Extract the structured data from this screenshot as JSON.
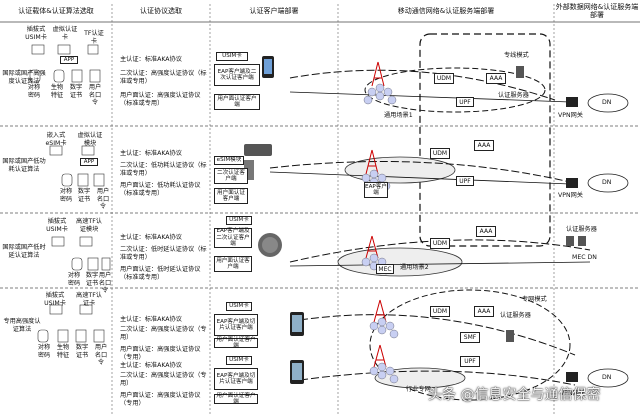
{
  "headers": {
    "col1": "认证载体&认证算法选取",
    "col2": "认证协议选取",
    "col3": "认证客户端部署",
    "col4": "移动通信网络&认证服务端部署",
    "col5": "外部数据网络&认证服务端部署"
  },
  "row1": {
    "category": "国际或国产高强度认证算法",
    "carriers": {
      "c1": "插拔式USIM卡",
      "c2": "虚拟认证卡",
      "c3": "TF认证卡"
    },
    "app": "APP",
    "factors": {
      "f1": "对称密码",
      "f2": "生物特征",
      "f3": "数字证书",
      "f4": "用户名口令"
    },
    "protocols": {
      "p1": "主认证：标准AKA协议",
      "p2": "二次认证：高强度认证协议（标准或专用）",
      "p3": "用户面认证：高强度认证协议（标准或专用）"
    },
    "client_boxes": {
      "usim": "USIM卡",
      "eap": "EAP客户端及二次认证客户端",
      "up": "用户面认证客户端"
    },
    "net": {
      "udm": "UDM",
      "aaa": "AAA",
      "upf": "UPF",
      "private_line": "专线模式",
      "auth_server": "认证服务器",
      "scenario": "通用场景1"
    },
    "vpn": "VPN网关",
    "dn": "DN"
  },
  "row2": {
    "category": "国际或国产低功耗认证算法",
    "carriers": {
      "c1": "嵌入式eSIM卡",
      "c2": "虚拟认证模块"
    },
    "app": "APP",
    "factors": {
      "f1": "对称密码",
      "f2": "数字证书",
      "f3": "用户名口令"
    },
    "protocols": {
      "p1": "主认证：标准AKA协议",
      "p2": "二次认证：低功耗认证协议（标准或专用）",
      "p3": "用户面认证：低功耗认证协议（标准或专用）"
    },
    "client_boxes": {
      "esim": "eSIM模块",
      "second": "二次认证客户端",
      "up": "用户面认证客户端"
    },
    "net": {
      "udm": "UDM",
      "aaa": "AAA",
      "eap": "EAP客户端",
      "upf": "UPF"
    },
    "vpn": "VPN网关",
    "dn": "DN"
  },
  "row3": {
    "category": "国际或国产低时延认证算法",
    "carriers": {
      "c1": "插拔式USIM卡",
      "c2": "高速TF认证模块"
    },
    "factors": {
      "f1": "对称密码",
      "f2": "数字证书",
      "f3": "用户名口令"
    },
    "protocols": {
      "p1": "主认证：标准AKA协议",
      "p2": "二次认证：低时延认证协议（标准或专用）",
      "p3": "用户面认证：低时延认证协议（标准或专用）"
    },
    "client_boxes": {
      "usim": "USIM卡",
      "eap": "EAP客户端及二次认证客户端",
      "up": "用户面认证客户端"
    },
    "net": {
      "udm": "UDM",
      "aaa": "AAA",
      "mec": "MEC",
      "auth_server": "认证服务器",
      "mec_dn": "MEC DN",
      "scenario": "通用场景2"
    }
  },
  "row4": {
    "category": "专用高强度认证算法",
    "carriers": {
      "c1": "插拔式USIM卡",
      "c2": "高速TF认证卡"
    },
    "factors": {
      "f1": "对称密码",
      "f2": "生物特征",
      "f3": "数字证书",
      "f4": "用户名口令"
    },
    "protocols_a": {
      "p1": "主认证：标准AKA协议",
      "p2": "二次认证：高强度认证协议（专用）",
      "p3": "用户面认证：高强度认证协议（专用）"
    },
    "protocols_b": {
      "p1": "主认证：标准AKA协议",
      "p2": "二次认证：高强度认证协议（专用）",
      "p3": "用户面认证：高强度认证协议（专用）"
    },
    "client_boxes_a": {
      "usim": "USIM卡",
      "eap": "EAP客户端及切片认证客户端",
      "up": "用户面认证客户端"
    },
    "client_boxes_b": {
      "usim": "USIM卡",
      "eap": "EAP客户端及切片认证客户端",
      "up": "用户面认证客户端"
    },
    "net": {
      "udm": "UDM",
      "aaa": "AAA",
      "smf": "SMF",
      "upf": "UPF",
      "auth_server": "认证服务器",
      "private_net": "专网模式",
      "industry": "行业专网"
    },
    "vpn": "VPN网关",
    "dn": "DN"
  },
  "watermark": "头条 @信息安全与通信保密"
}
